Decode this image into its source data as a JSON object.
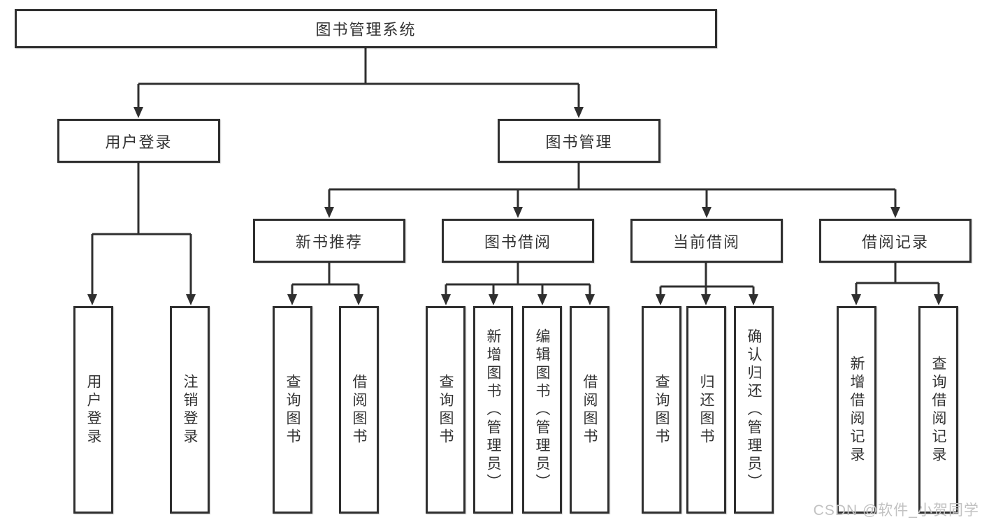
{
  "diagram": {
    "type": "hierarchy-tree",
    "colors": {
      "line": "#2f2f2f",
      "box_border": "#2f2f2f",
      "box_fill": "#ffffff",
      "text": "#333333",
      "watermark": "#c2c2c2",
      "background": "#ffffff"
    },
    "nodes": {
      "root": "图书管理系统",
      "l2": [
        "用户登录",
        "图书管理"
      ],
      "l3": [
        "新书推荐",
        "图书借阅",
        "当前借阅",
        "借阅记录"
      ],
      "l4": [
        "用户登录",
        "注销登录",
        "查询图书",
        "借阅图书",
        "查询图书",
        "新增图书（管理员）",
        "编辑图书（管理员）",
        "借阅图书",
        "查询图书",
        "归还图书",
        "确认归还（管理员）",
        "新增借阅记录",
        "查询借阅记录"
      ]
    },
    "tree": {
      "图书管理系统": {
        "用户登录": [
          "用户登录",
          "注销登录"
        ],
        "图书管理": {
          "新书推荐": [
            "查询图书",
            "借阅图书"
          ],
          "图书借阅": [
            "查询图书",
            "新增图书（管理员）",
            "编辑图书（管理员）",
            "借阅图书"
          ],
          "当前借阅": [
            "查询图书",
            "归还图书",
            "确认归还（管理员）"
          ],
          "借阅记录": [
            "新增借阅记录",
            "查询借阅记录"
          ]
        }
      }
    },
    "watermark": "CSDN @软件_小贺同学"
  }
}
